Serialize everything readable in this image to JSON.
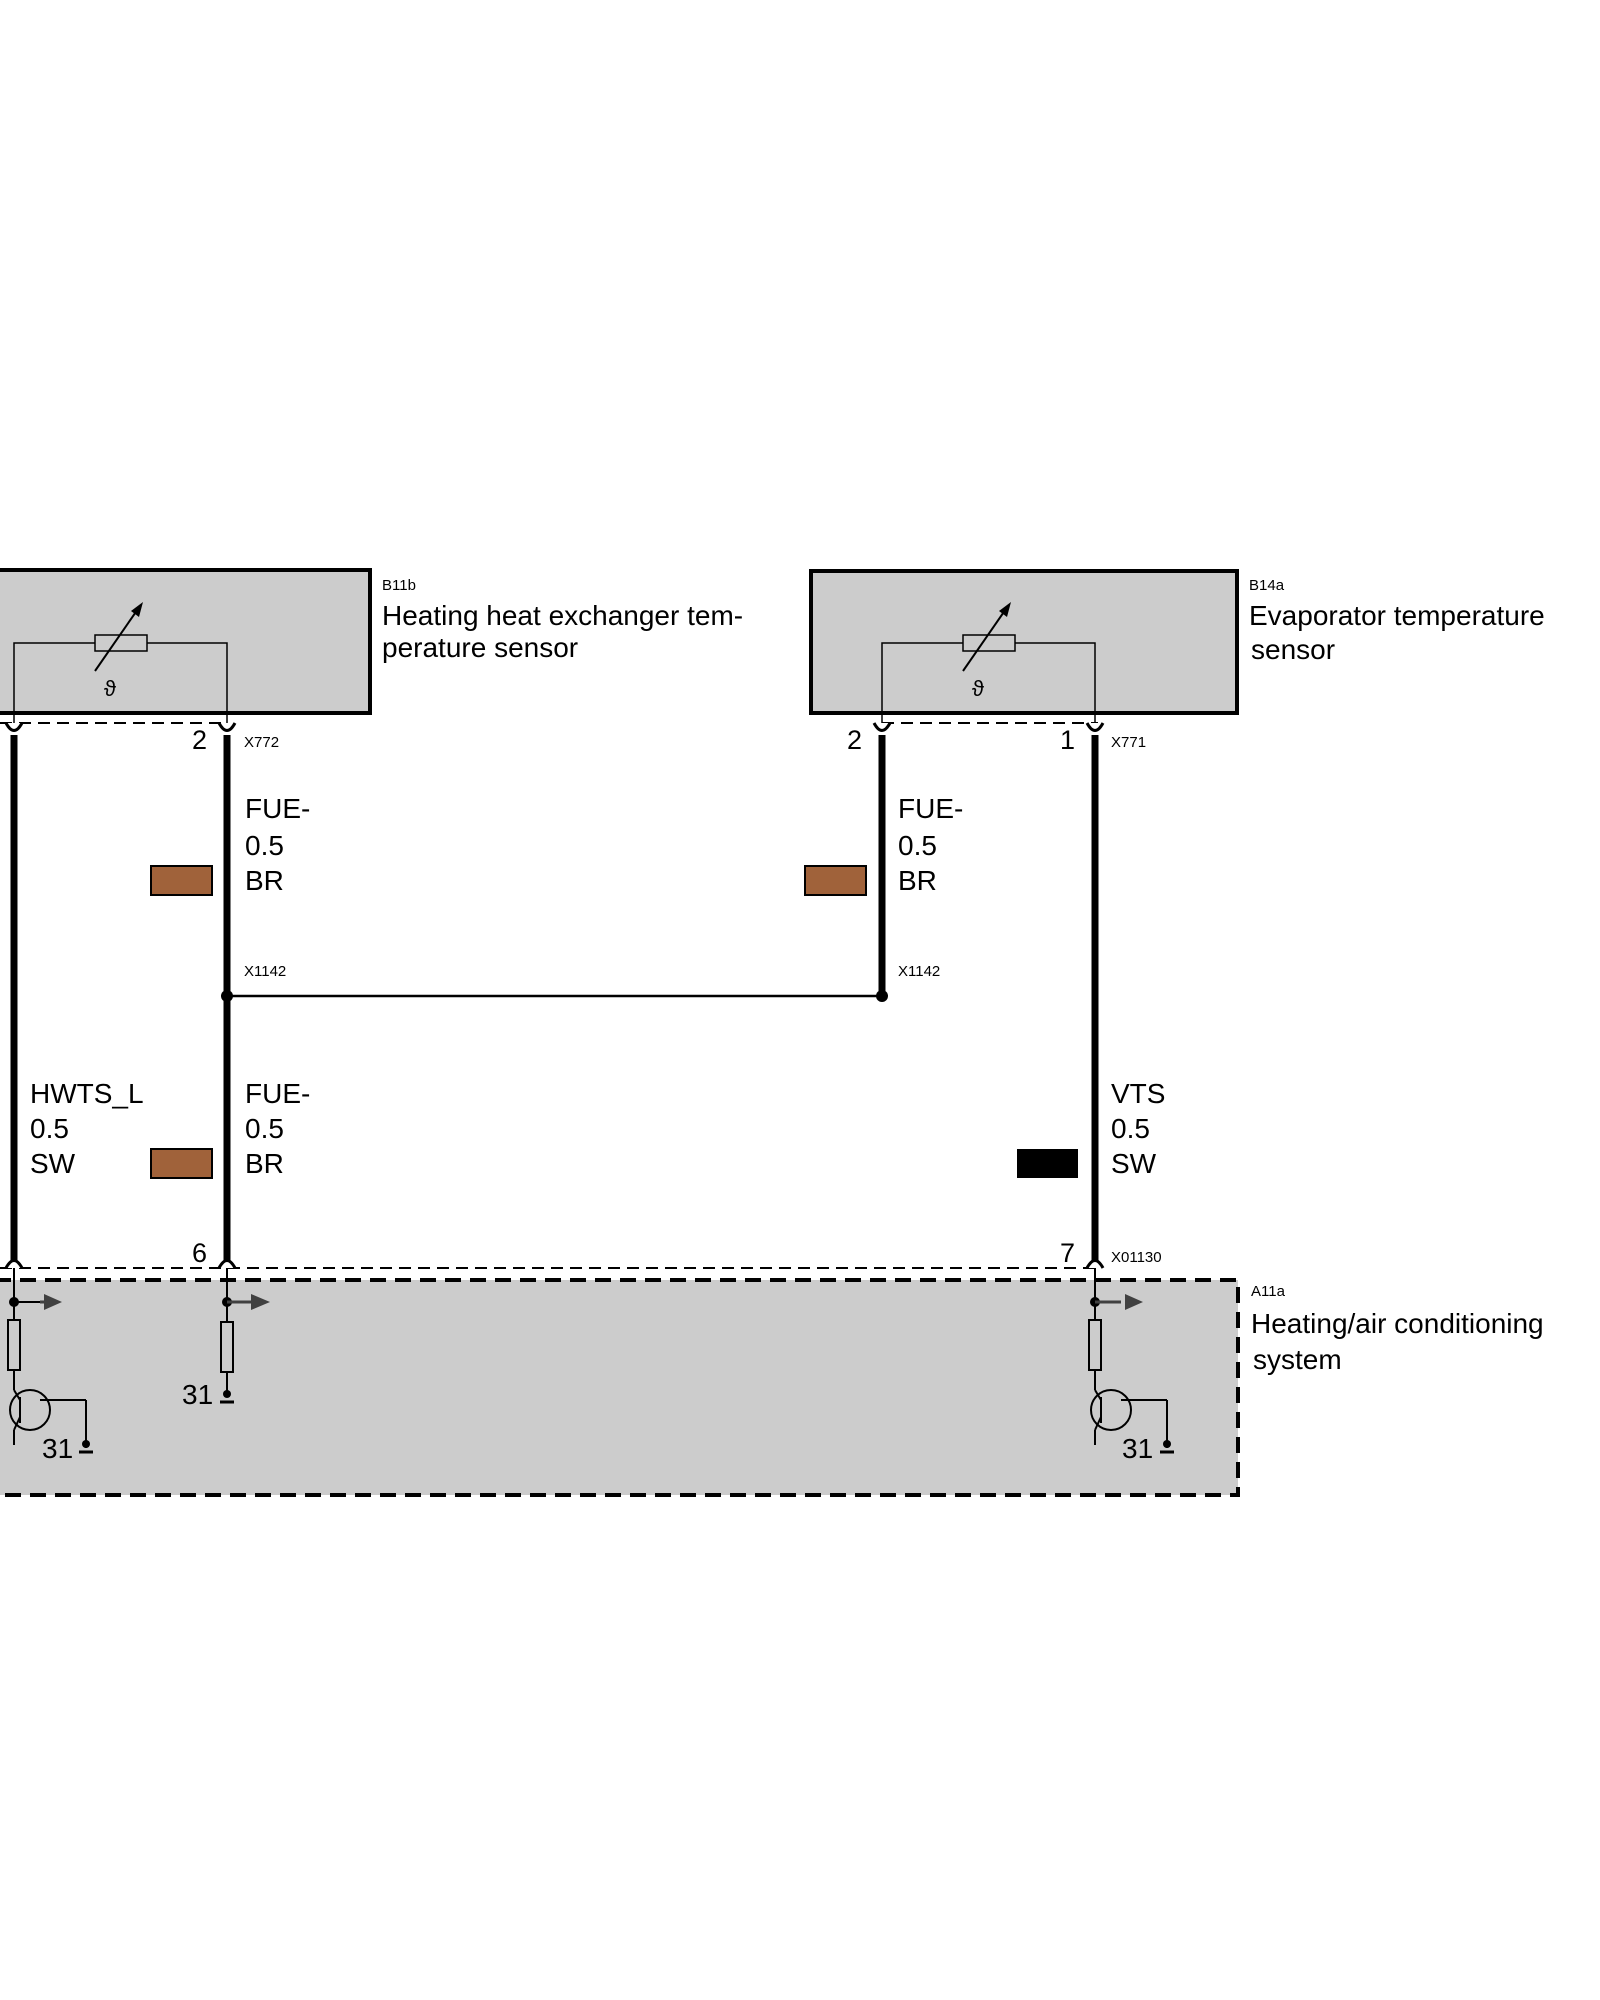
{
  "components": {
    "b11b": {
      "code": "B11b",
      "name_line1": "Heating heat exchanger tem-",
      "name_line2": "perature sensor",
      "symbol": "ϑ"
    },
    "b14a": {
      "code": "B14a",
      "name_line1": "Evaporator temperature",
      "name_line2": "sensor",
      "symbol": "ϑ"
    },
    "a11a": {
      "code": "A11a",
      "name_line1": "Heating/air conditioning",
      "name_line2": "system"
    }
  },
  "connectors": {
    "x772": "X772",
    "x771": "X771",
    "x1142_left": "X1142",
    "x1142_right": "X1142",
    "x01130": "X01130"
  },
  "pins": {
    "b11b_pin2": "2",
    "b14a_pin2": "2",
    "b14a_pin1": "1",
    "a11a_pin6": "6",
    "a11a_pin7": "7"
  },
  "wires": {
    "fue_upper_left": {
      "signal": "FUE-",
      "gauge": "0.5",
      "color": "BR",
      "swatch": "#A0623A"
    },
    "fue_upper_right": {
      "signal": "FUE-",
      "gauge": "0.5",
      "color": "BR",
      "swatch": "#A0623A"
    },
    "hwts": {
      "signal": "HWTS_L",
      "gauge": "0.5",
      "color": "SW"
    },
    "fue_lower": {
      "signal": "FUE-",
      "gauge": "0.5",
      "color": "BR",
      "swatch": "#A0623A"
    },
    "vts": {
      "signal": "VTS",
      "gauge": "0.5",
      "color": "SW",
      "swatch": "#000000"
    }
  },
  "grounds": {
    "g1": "31",
    "g2": "31",
    "g3": "31"
  },
  "colors": {
    "component_fill": "#CCCCCC",
    "wire": "#000000",
    "arrow": "#404040"
  }
}
